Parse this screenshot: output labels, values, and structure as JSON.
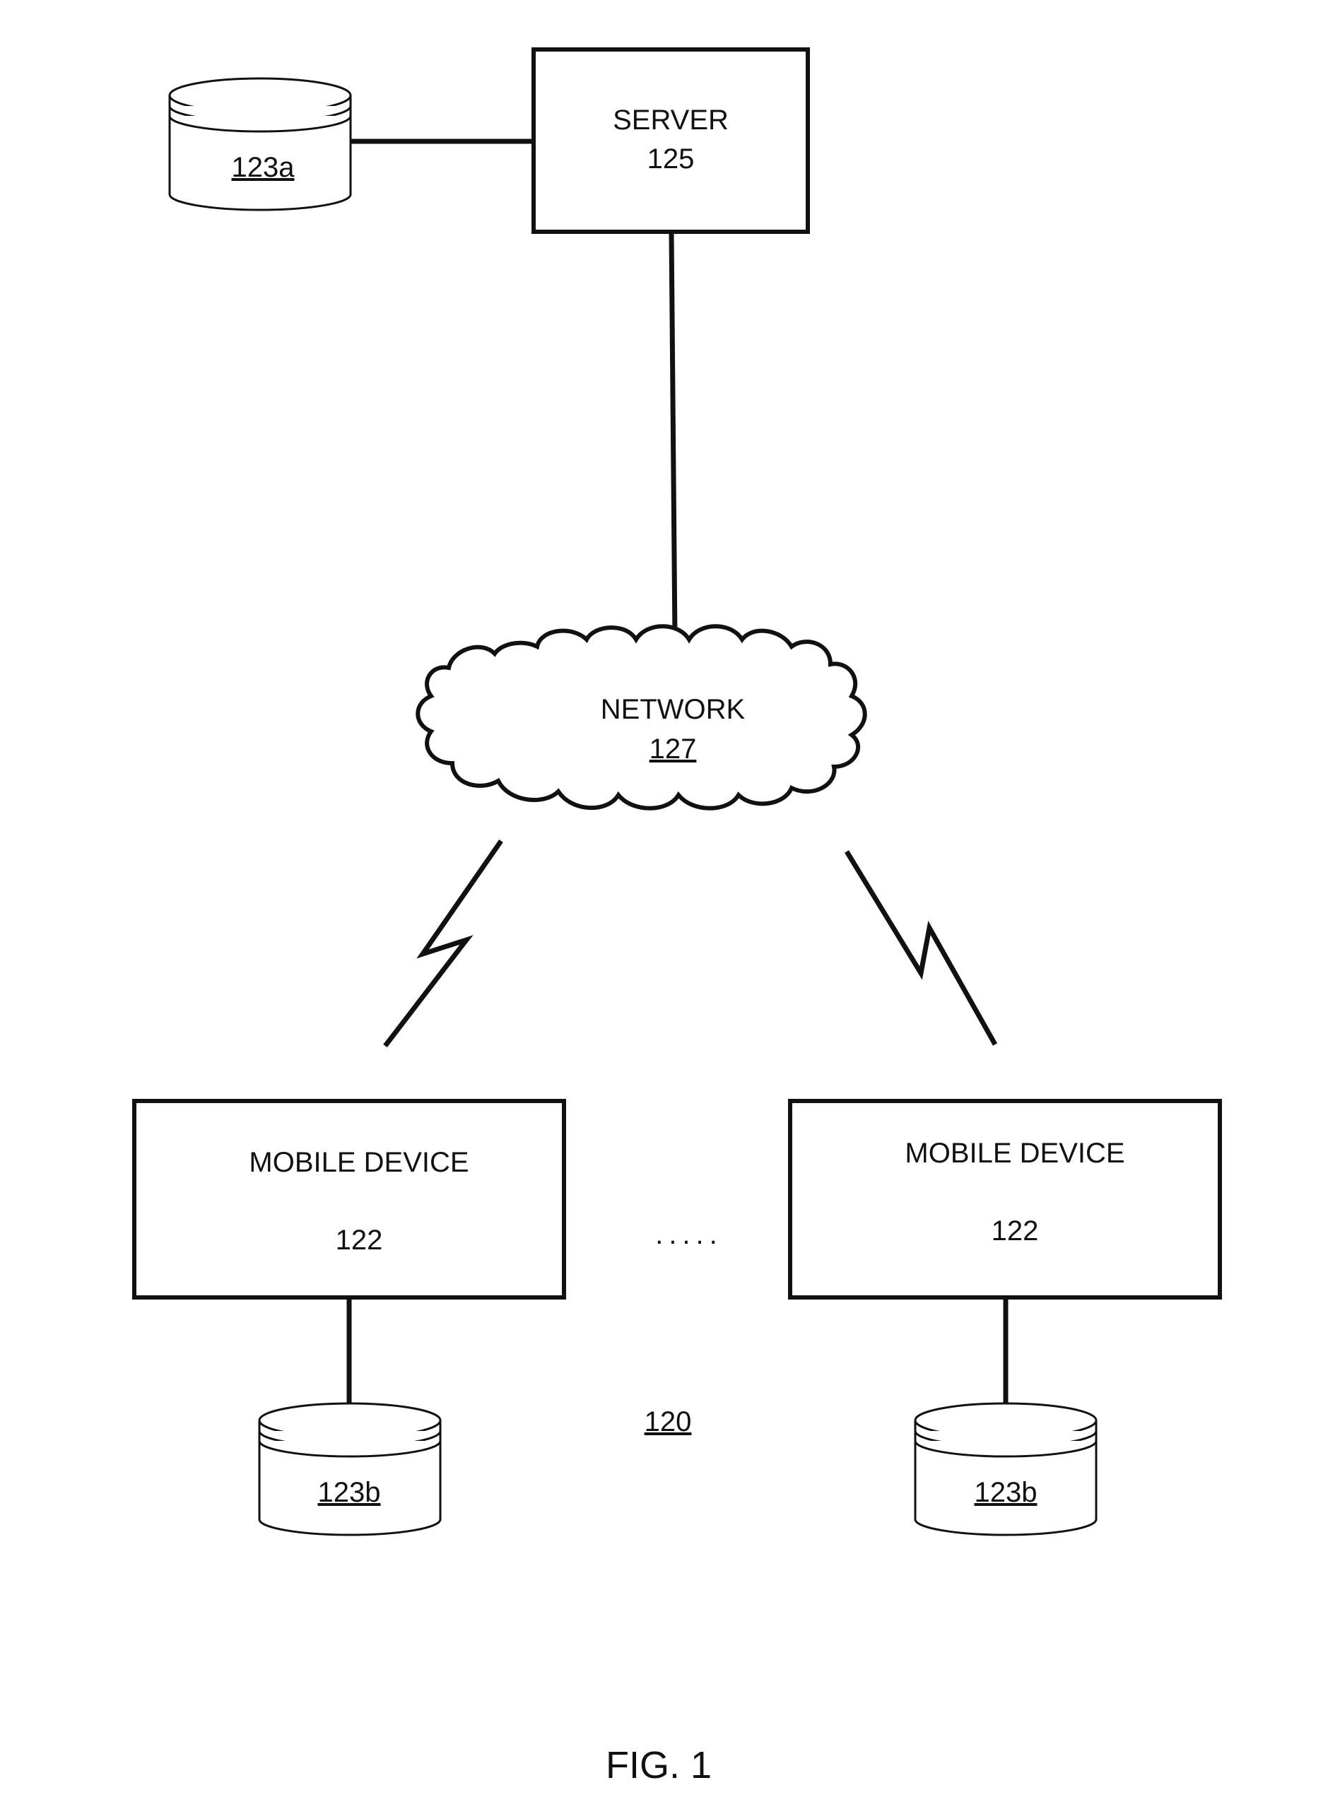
{
  "server": {
    "title": "SERVER",
    "number": "125"
  },
  "server_db": {
    "label": "123a"
  },
  "network": {
    "title": "NETWORK",
    "number": "127"
  },
  "mobile_left": {
    "title": "MOBILE DEVICE",
    "number": "122"
  },
  "mobile_right": {
    "title": "MOBILE DEVICE",
    "number": "122"
  },
  "mobile_left_db": {
    "label": "123b"
  },
  "mobile_right_db": {
    "label": "123b"
  },
  "ellipsis": ".....",
  "group_label": "120",
  "figure_caption": "FIG. 1"
}
